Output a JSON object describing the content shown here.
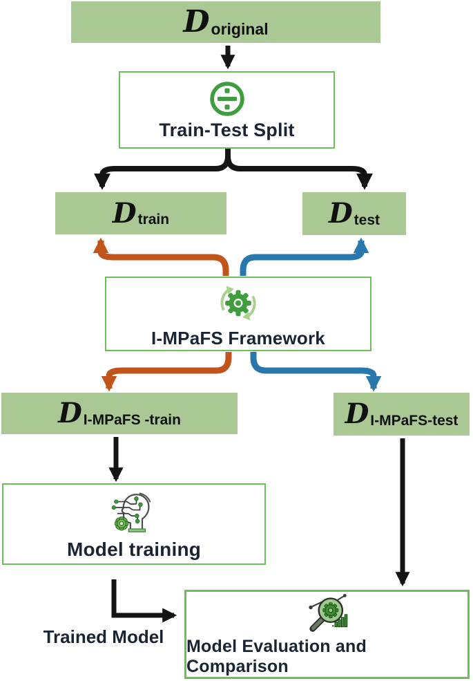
{
  "nodes": {
    "d_original": {
      "symbol": "D",
      "subscript": "original"
    },
    "train_test_split": {
      "label": "Train-Test Split",
      "icon": "divide-circle-icon"
    },
    "d_train": {
      "symbol": "D",
      "subscript": "train"
    },
    "d_test": {
      "symbol": "D",
      "subscript": "test"
    },
    "impafs_framework": {
      "label": "I-MPaFS Framework",
      "icon": "gear-sync-icon"
    },
    "d_impafs_train": {
      "symbol": "D",
      "subscript": "I-MPaFS -train"
    },
    "d_impafs_test": {
      "symbol": "D",
      "subscript": "I-MPaFS-test"
    },
    "model_training": {
      "label": "Model training",
      "icon": "ai-head-circuit-icon"
    },
    "model_evaluation": {
      "label": "Model Evaluation and Comparison",
      "icon": "magnifier-gear-chart-icon"
    }
  },
  "edge_labels": {
    "trained_model": "Trained Model"
  },
  "colors": {
    "box_fill": "#a9c893",
    "box_border": "#6cbe5b",
    "arrow_black": "#141414",
    "arrow_orange": "#c0541a",
    "arrow_blue": "#2878ae",
    "icon_green": "#3e9e3e",
    "icon_green_dark": "#3e8e33",
    "icon_green_light": "#a9d18e",
    "label_text": "#1b2433"
  }
}
